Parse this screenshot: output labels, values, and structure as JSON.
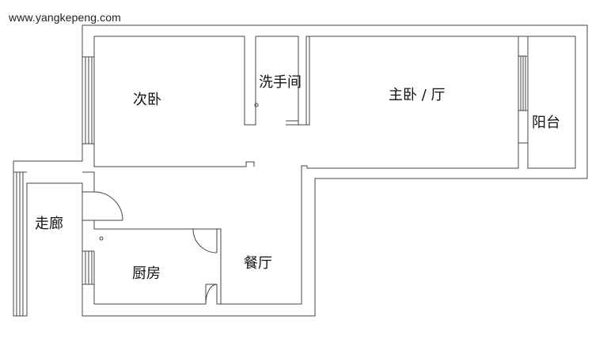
{
  "watermark": "www.yangkepeng.com",
  "rooms": {
    "second_bedroom": "次卧",
    "bathroom": "洗手间",
    "master_bedroom": "主卧 / 厅",
    "balcony": "阳台",
    "corridor": "走廊",
    "kitchen": "厨房",
    "dining": "餐厅"
  },
  "colors": {
    "wall": "#444444",
    "background": "#ffffff",
    "text": "#111111"
  }
}
